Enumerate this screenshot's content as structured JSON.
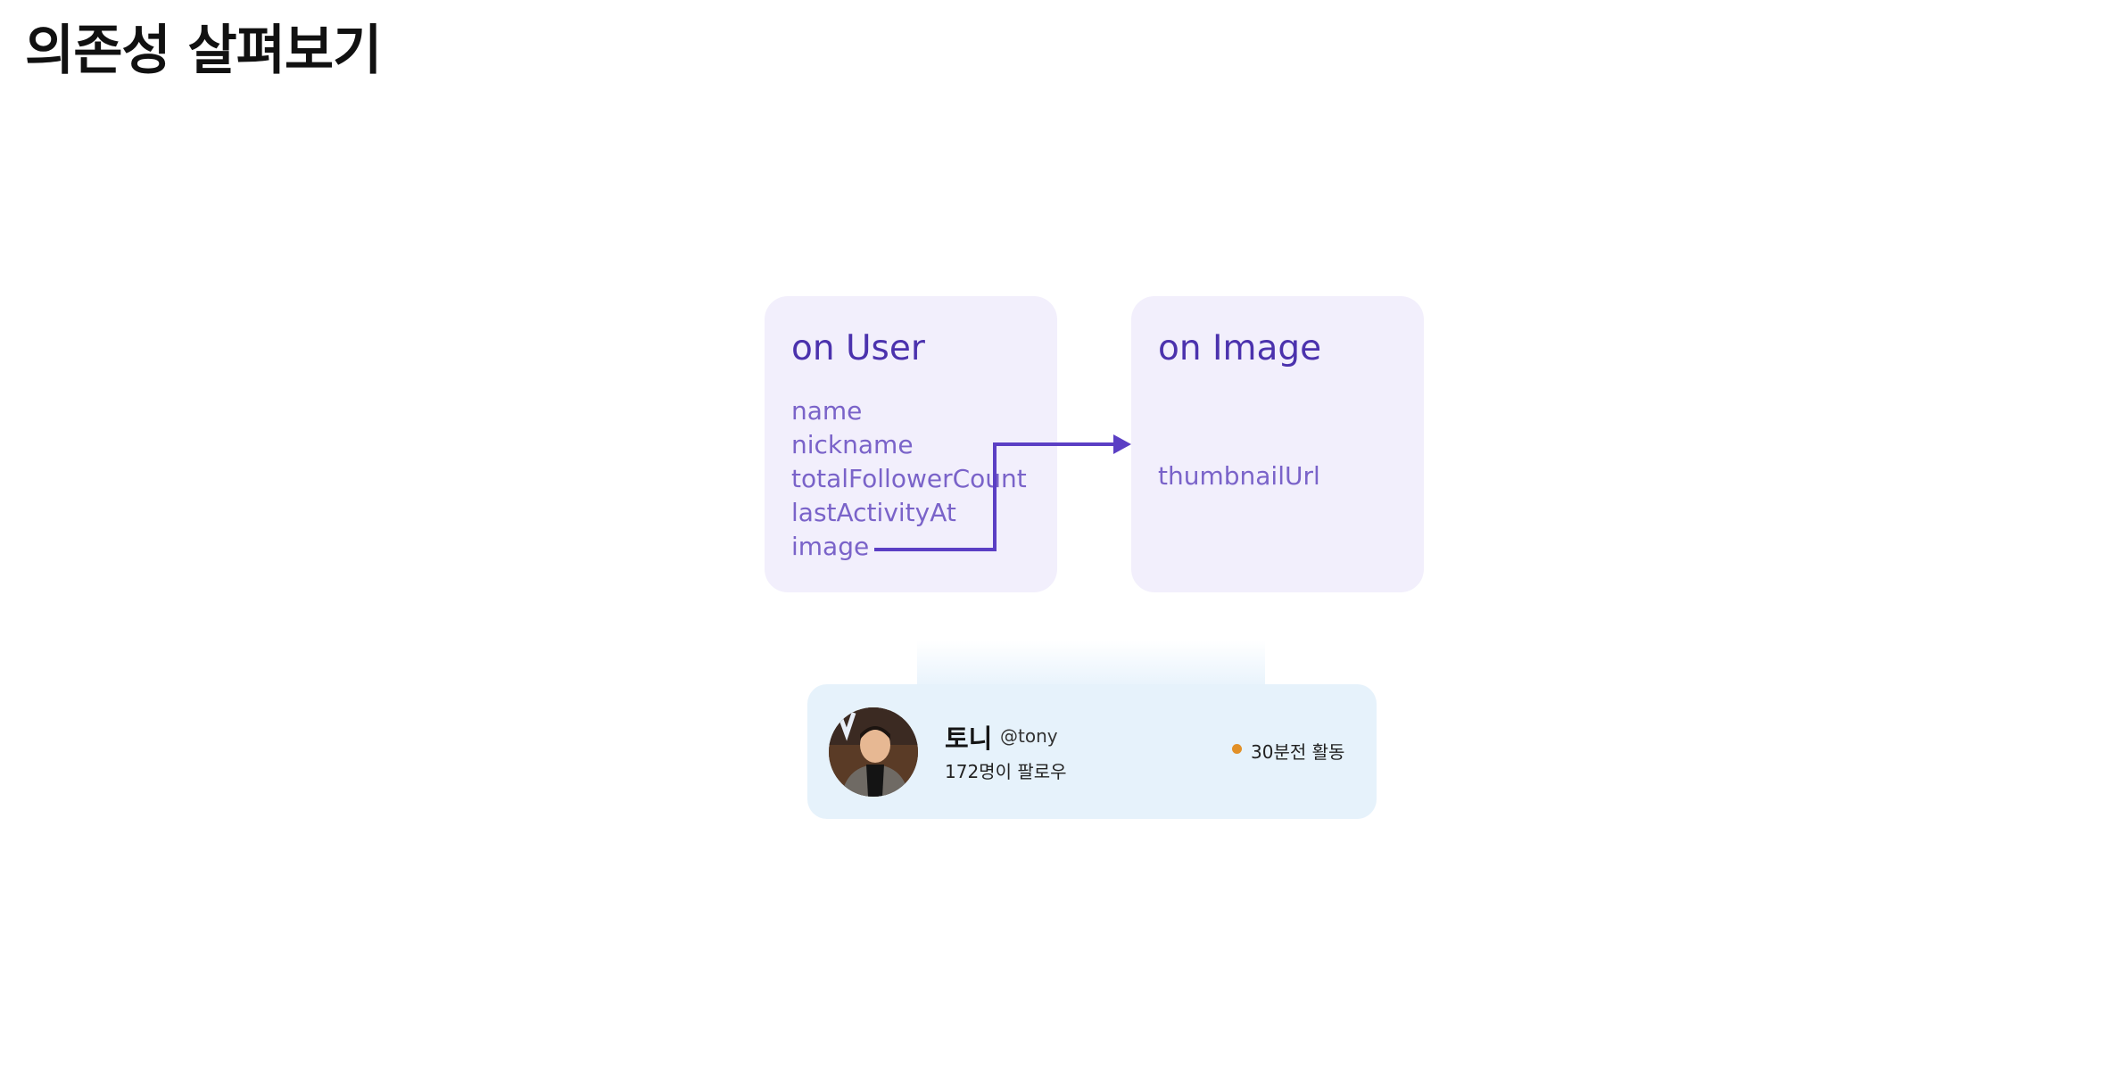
{
  "page": {
    "title": "의존성 살펴보기"
  },
  "user_card": {
    "title": "on User",
    "fields": [
      "name",
      "nickname",
      "totalFollowerCount",
      "lastActivityAt",
      "image"
    ]
  },
  "image_card": {
    "title": "on Image",
    "fields": [
      "thumbnailUrl"
    ]
  },
  "connector": {
    "from": "image",
    "to": "on Image",
    "color": "#5b3fc4"
  },
  "profile": {
    "name": "토니",
    "handle": "@tony",
    "followers": "172명이 팔로우",
    "activity": "30분전 활동",
    "activity_color": "#e29027",
    "avatar_icon": "user-photo"
  },
  "colors": {
    "type_card_bg": "#f2effc",
    "type_title": "#4b32ad",
    "field_text": "#7a63c9",
    "profile_bg": "#e6f2fb"
  }
}
